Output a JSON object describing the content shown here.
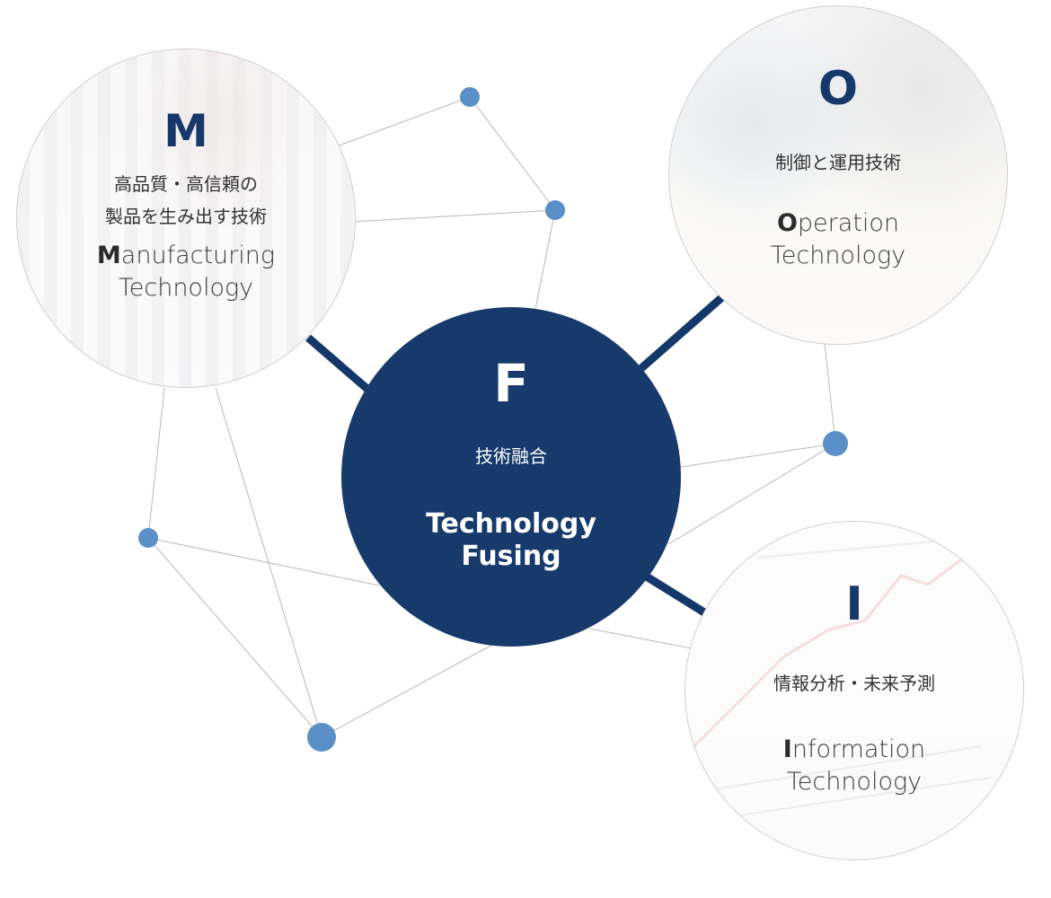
{
  "colors": {
    "primary": "#15386a",
    "connector_dot": "#5b8fc7",
    "thin_line": "#b8b8b8",
    "outer_border": "#cfcfcf"
  },
  "nodes": {
    "m": {
      "letter": "M",
      "ja_line1": "高品質・高信頼の",
      "ja_line2": "製品を生み出す技術",
      "en_initial": "M",
      "en_rest": "anufacturing",
      "en_line2": "Technology"
    },
    "o": {
      "letter": "O",
      "ja_line1": "制御と運用技術",
      "en_initial": "O",
      "en_rest": "peration",
      "en_line2": "Technology"
    },
    "i": {
      "letter": "I",
      "ja_line1": "情報分析・未来予測",
      "en_initial": "I",
      "en_rest": "nformation",
      "en_line2": "Technology"
    },
    "f": {
      "letter": "F",
      "ja_line1": "技術融合",
      "en_line1": "Technology",
      "en_line2": "Fusing"
    }
  }
}
